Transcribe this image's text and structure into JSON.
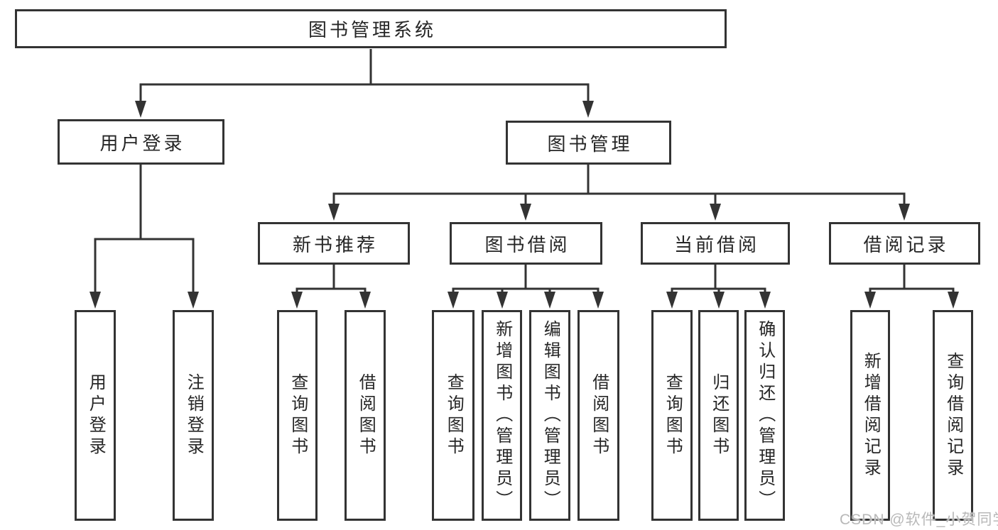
{
  "diagram": {
    "root": "图书管理系统",
    "login": {
      "label": "用户登录",
      "children": [
        "用户登录",
        "注销登录"
      ]
    },
    "management": {
      "label": "图书管理",
      "groups": [
        {
          "label": "新书推荐",
          "children": [
            "查询图书",
            "借阅图书"
          ]
        },
        {
          "label": "图书借阅",
          "children": [
            "查询图书",
            "新增图书（管理员）",
            "编辑图书（管理员）",
            "借阅图书"
          ]
        },
        {
          "label": "当前借阅",
          "children": [
            "查询图书",
            "归还图书",
            "确认归还（管理员）"
          ]
        },
        {
          "label": "借阅记录",
          "children": [
            "新增借阅记录",
            "查询借阅记录"
          ]
        }
      ]
    }
  },
  "colors": {
    "line": "#333333",
    "text": "#262626",
    "background": "#ffffff",
    "watermark": "#b8b8b8"
  },
  "watermark": "CSDN @软件_小贺同学"
}
